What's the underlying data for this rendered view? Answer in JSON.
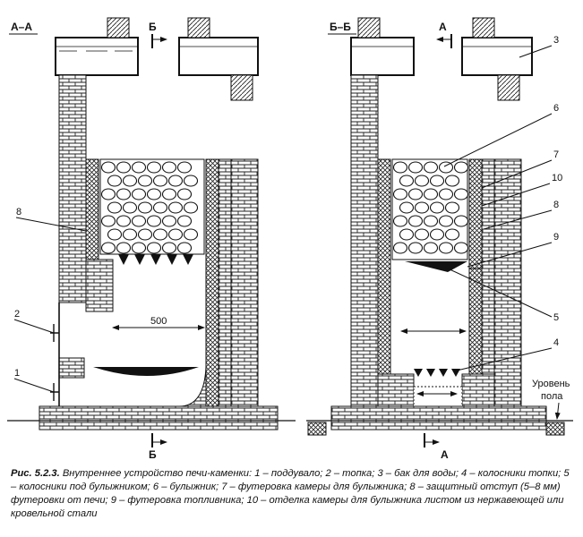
{
  "sections": {
    "left_title": "А–А",
    "right_title": "Б–Б",
    "cut_b_top": "Б",
    "cut_b_bottom": "Б",
    "cut_a_top": "А",
    "cut_a_bottom": "А"
  },
  "callouts": {
    "n1": "1",
    "n2": "2",
    "n3": "3",
    "n4": "4",
    "n5": "5",
    "n6": "6",
    "n7": "7",
    "n8_left": "8",
    "n8_right": "8",
    "n9": "9",
    "n10": "10"
  },
  "dimension": {
    "width_label": "500"
  },
  "floor_label": {
    "line1": "Уровень",
    "line2": "пола"
  },
  "caption": {
    "fig": "Рис. 5.2.3.",
    "text": "Внутреннее устройство печи-каменки: 1 – поддувало; 2 – топка; 3 – бак для воды; 4 – колосники топки; 5 – колосники под булыжником; 6 – булыжник; 7 – футеровка камеры для булыжника; 8 – защитный отступ (5–8 мм) футеровки от печи; 9 – футеровка топливника; 10 – отделка камеры для булыжника листом из нержавеющей или кровельной стали"
  }
}
